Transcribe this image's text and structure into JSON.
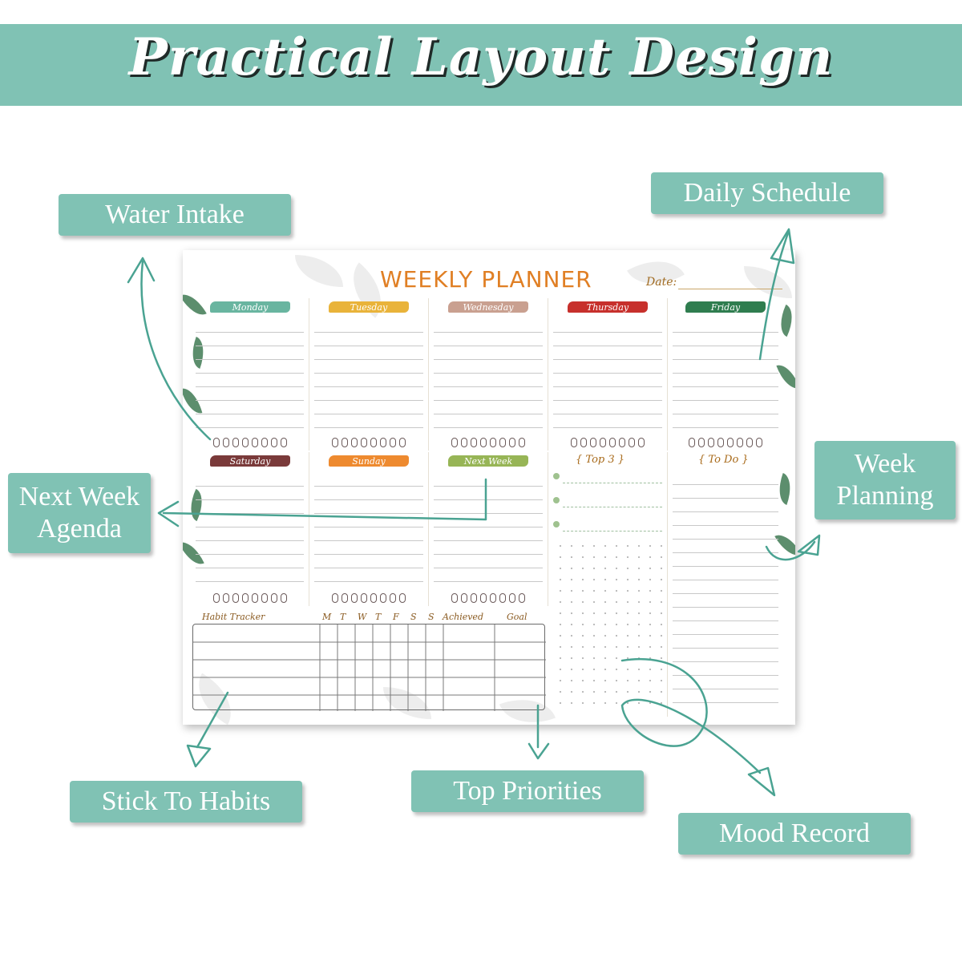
{
  "banner": {
    "title": "Practical Layout Design"
  },
  "callouts": {
    "water_intake": "Water Intake",
    "daily_schedule": "Daily Schedule",
    "next_week_agenda": "Next Week Agenda",
    "week_planning": "Week Planning",
    "stick_to_habits": "Stick To Habits",
    "top_priorities": "Top Priorities",
    "mood_record": "Mood Record"
  },
  "planner": {
    "title": "WEEKLY PLANNER",
    "date_label": "Date:",
    "days_row1": [
      {
        "label": "Monday",
        "color": "#69b5a0"
      },
      {
        "label": "Tuesday",
        "color": "#e9b33a"
      },
      {
        "label": "Wednesday",
        "color": "#c9a090"
      },
      {
        "label": "Thursday",
        "color": "#c7302c"
      },
      {
        "label": "Friday",
        "color": "#2f7d4f"
      }
    ],
    "days_row2": [
      {
        "label": "Saturday",
        "color": "#7a3a3a"
      },
      {
        "label": "Sunday",
        "color": "#ee8a2f"
      },
      {
        "label": "Next Week",
        "color": "#97b556"
      }
    ],
    "top3_label": "{ Top 3 }",
    "todo_label": "{ To Do }",
    "habit": {
      "title": "Habit Tracker",
      "days": [
        "M",
        "T",
        "W",
        "T",
        "F",
        "S",
        "S"
      ],
      "achieved": "Achieved",
      "goal": "Goal"
    }
  }
}
